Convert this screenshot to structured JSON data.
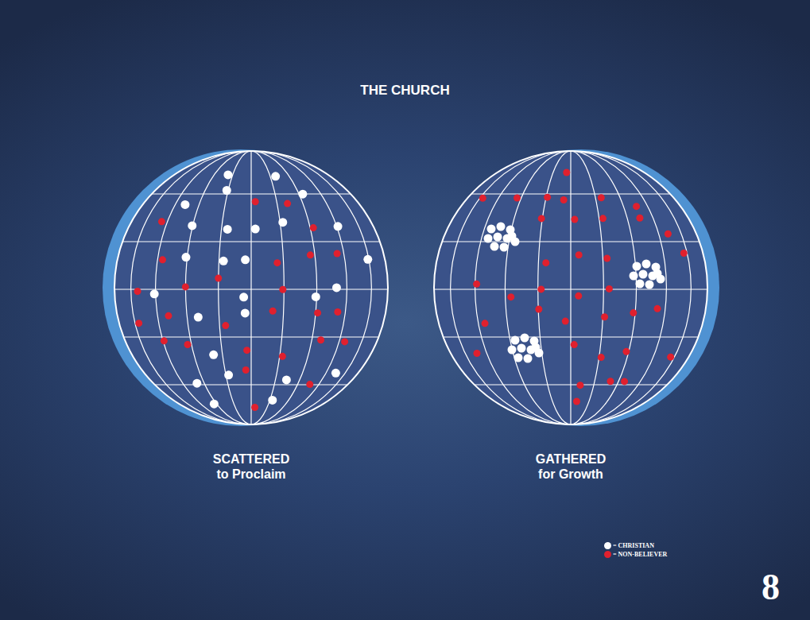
{
  "diagram": {
    "title": "THE CHURCH",
    "nodes": [
      {
        "text": [
          "SCATTERED to Proclaim"
        ]
      },
      {
        "text": [
          "GATHERED for Growth"
        ]
      }
    ],
    "labels": [
      "8"
    ],
    "legend": [
      {
        "text": "= CHRISTIAN",
        "color": "#ffffff"
      },
      {
        "text": "= NON-BELIEVER",
        "color": "#e0202e"
      }
    ]
  }
}
